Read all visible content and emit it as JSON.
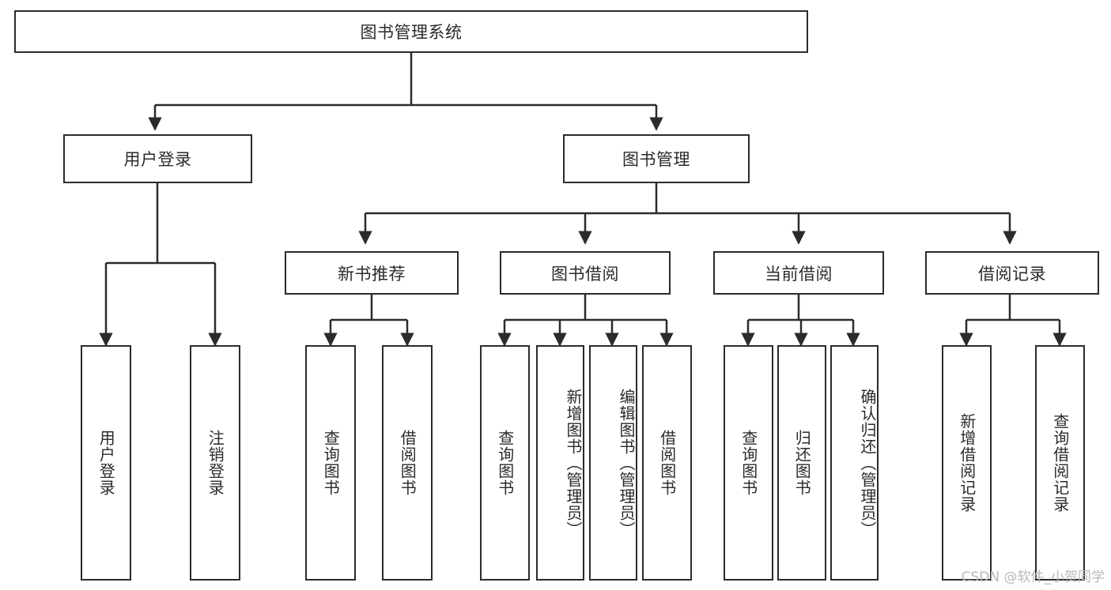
{
  "diagram": {
    "title": "图书管理系统",
    "watermark": "CSDN @软件_小贺同学",
    "stroke_color": "#2b2b2b",
    "background_color": "#ffffff",
    "nodes": {
      "root": "图书管理系统",
      "level2": {
        "user_login": "用户登录",
        "book_manage": "图书管理"
      },
      "level3": {
        "new_book_rec": "新书推荐",
        "book_borrow": "图书借阅",
        "current_borrow": "当前借阅",
        "borrow_record": "借阅记录"
      },
      "leaves": {
        "user_login_1": "用户登录",
        "user_login_2": "注销登录",
        "new_book_rec_1": "查询图书",
        "new_book_rec_2": "借阅图书",
        "book_borrow_1": "查询图书",
        "book_borrow_2": "新增图书（管理员）",
        "book_borrow_3": "编辑图书（管理员）",
        "book_borrow_4": "借阅图书",
        "current_borrow_1": "查询图书",
        "current_borrow_2": "归还图书",
        "current_borrow_3": "确认归还（管理员）",
        "borrow_record_1": "新增借阅记录",
        "borrow_record_2": "查询借阅记录"
      }
    }
  }
}
